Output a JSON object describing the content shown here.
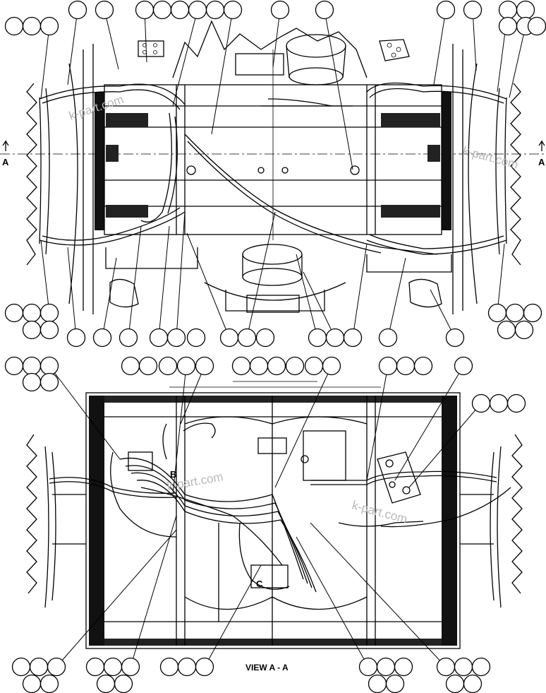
{
  "section_marks": {
    "left": "A",
    "right": "A"
  },
  "view_title": "VIEW A - A",
  "detail_labels": [
    "B",
    "C"
  ],
  "watermark": "k-part.com"
}
